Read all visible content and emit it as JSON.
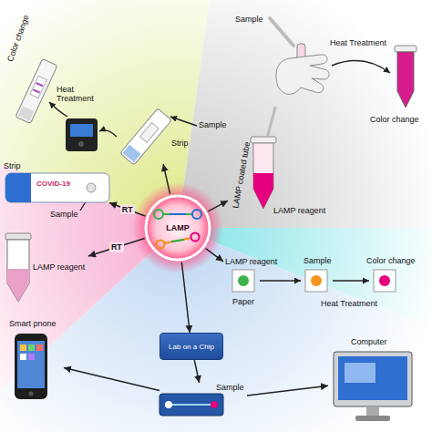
{
  "diagram": {
    "nodes": [
      {
        "text": [
          "LAMP"
        ]
      },
      {
        "text": [
          "Strip"
        ]
      },
      {
        "text": [
          "Strip",
          "COVID-19"
        ]
      },
      {
        "text": [
          "LAMP reagent"
        ]
      },
      {
        "text": [
          "LAMP coated tube",
          "LAMP reagent"
        ]
      },
      {
        "text": [
          "LAMP reagent",
          "Paper"
        ]
      },
      {
        "text": [
          "Lab on a Chip"
        ]
      },
      {
        "text": [
          "Sample"
        ]
      },
      {
        "text": [
          "Smart pnone"
        ]
      },
      {
        "text": [
          "Computer"
        ]
      }
    ],
    "edges": [
      {
        "from": 0,
        "to": 1,
        "arrow": "to"
      },
      {
        "from": 0,
        "to": 2,
        "label": "RT",
        "arrow": "to"
      },
      {
        "from": 0,
        "to": 3,
        "label": "RT",
        "arrow": "to"
      },
      {
        "from": 0,
        "to": 4,
        "arrow": "to"
      },
      {
        "from": 0,
        "to": 5,
        "arrow": "to"
      },
      {
        "from": 0,
        "to": 6,
        "arrow": "to"
      },
      {
        "from": 6,
        "to": 7,
        "arrow": "to"
      },
      {
        "from": 7,
        "to": 8,
        "arrow": "to"
      },
      {
        "from": 7,
        "to": 9,
        "arrow": "to"
      }
    ],
    "labels": [
      "Color change",
      "Heat Treatment",
      "Sample",
      "Sample",
      "Sample",
      "Heat Treatment",
      "Color change",
      "Sample",
      "Color change",
      "Heat Treatment"
    ]
  }
}
